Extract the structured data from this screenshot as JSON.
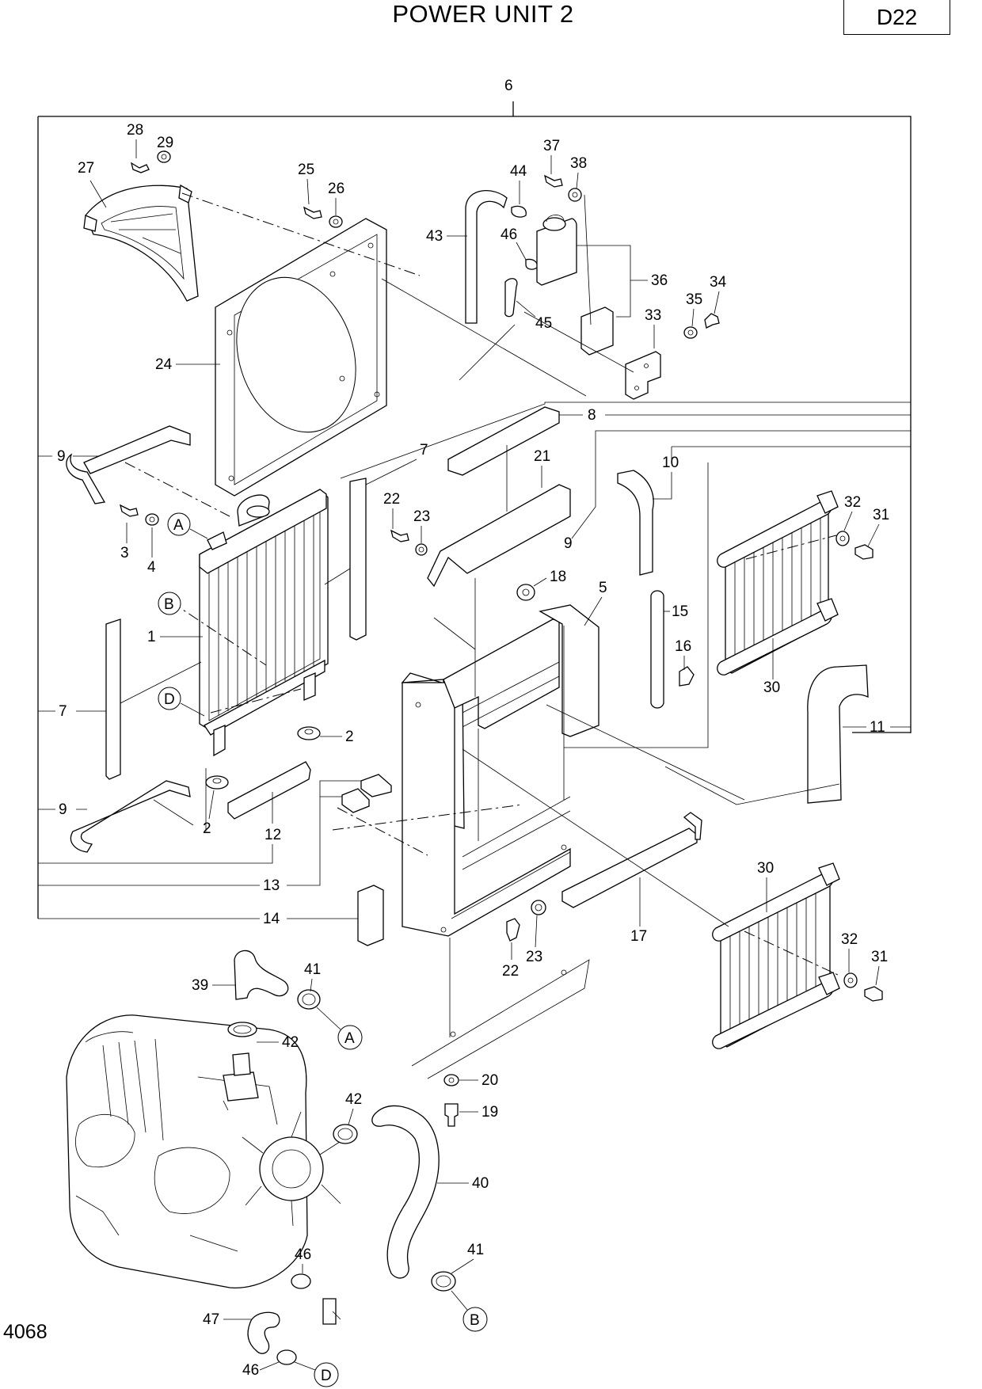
{
  "header": {
    "title": "POWER UNIT 2",
    "code": "D22"
  },
  "figure_number": "4068",
  "callouts": {
    "c6": "6",
    "c27": "27",
    "c28": "28",
    "c29": "29",
    "c25": "25",
    "c26": "26",
    "c24": "24",
    "c43": "43",
    "c44": "44",
    "c46a": "46",
    "c45": "45",
    "c37": "37",
    "c38": "38",
    "c36": "36",
    "c33": "33",
    "c35": "35",
    "c34": "34",
    "c8": "8",
    "c7a": "7",
    "c21": "21",
    "c10": "10",
    "c9a": "9",
    "c9b": "9",
    "c22a": "22",
    "c23a": "23",
    "c3": "3",
    "c4": "4",
    "c1": "1",
    "c18": "18",
    "c5": "5",
    "c15": "15",
    "c16": "16",
    "c32a": "32",
    "c31a": "31",
    "c30a": "30",
    "c11": "11",
    "c7b": "7",
    "c2a": "2",
    "c2b": "2",
    "c9c": "9",
    "c12": "12",
    "c13": "13",
    "c14": "14",
    "c17": "17",
    "c30b": "30",
    "c22b": "22",
    "c23b": "23",
    "c32b": "32",
    "c31b": "31",
    "c39": "39",
    "c41a": "41",
    "c42a": "42",
    "c20": "20",
    "c19": "19",
    "c42b": "42",
    "c40": "40",
    "c46b": "46",
    "c41b": "41",
    "c47": "47",
    "c46c": "46"
  },
  "connectors": {
    "a1": "A",
    "b1": "B",
    "d1": "D",
    "a2": "A",
    "b2": "B",
    "d2": "D"
  }
}
